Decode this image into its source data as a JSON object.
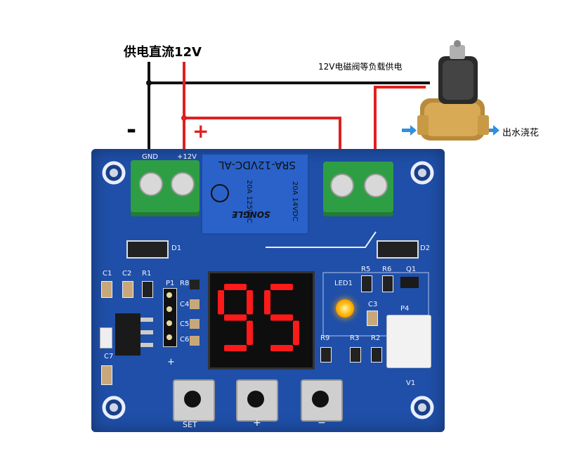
{
  "annotations": {
    "power_title": "供电直流12V",
    "load_title": "12V电磁阀等负载供电",
    "water_out": "出水浇花",
    "minus_sign": "-",
    "plus_sign": "+"
  },
  "board": {
    "terminal_left_labels": [
      "GND",
      "+12V"
    ],
    "relay_model": "SRA-12VDC-AL",
    "relay_rating_1": "20A 125VAC",
    "relay_rating_2": "20A 14VDC",
    "relay_brand": "SONGLE",
    "display_value": "95",
    "led_label": "LED1",
    "component_labels": {
      "d1": "D1",
      "d2": "D2",
      "c1": "C1",
      "c2": "C2",
      "r1": "R1",
      "p1": "P1",
      "r8": "R8",
      "c4": "C4",
      "c5": "C5",
      "c6": "C6",
      "c7": "C7",
      "r5": "R5",
      "r6": "R6",
      "q1": "Q1",
      "c3": "C3",
      "p4": "P4",
      "r9": "R9",
      "r3": "R3",
      "r2": "R2",
      "v1": "V1",
      "plus_pin": "+"
    },
    "button_labels": [
      "SET",
      "+",
      "−"
    ]
  },
  "colors": {
    "pcb": "#1f4fa8",
    "wire_red": "#e02020",
    "wire_black": "#111111",
    "terminal_green": "#2e9e44",
    "relay_blue": "#2a62c9",
    "segment_on": "#ff1a1a",
    "arrow_blue": "#2f8fe0"
  }
}
